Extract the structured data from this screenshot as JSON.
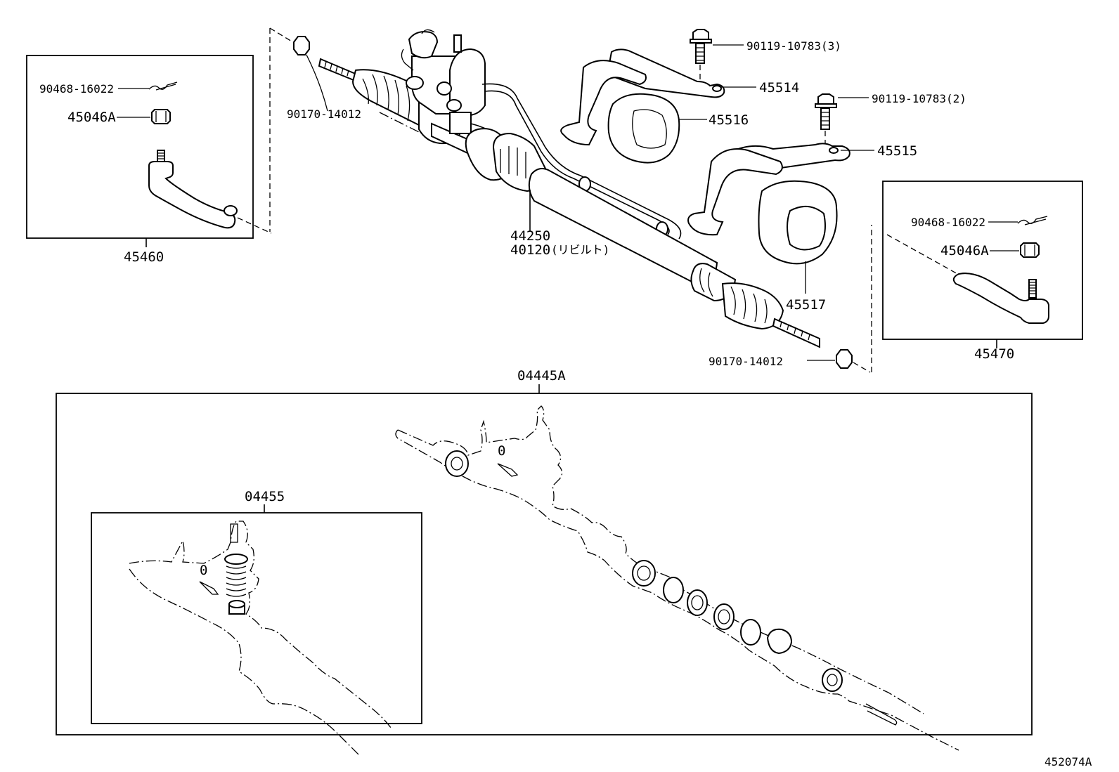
{
  "diagram": {
    "code": "452074A",
    "labels": {
      "tie_rod_end_left": "45460",
      "cotter_pin_left": "90468-16022",
      "nut_left": "45046A",
      "rack_end_nut_left": "90170-14012",
      "gear_assembly": "44250",
      "gear_assembly_rebuilt": "40120",
      "rebuilt_note": "(リビルト)",
      "bolt_upper": "90119-10783(3)",
      "bracket_upper": "45514",
      "grommet_upper": "45516",
      "bolt_lower": "90119-10783(2)",
      "bracket_lower": "45515",
      "grommet_lower": "45517",
      "cotter_pin_right": "90468-16022",
      "nut_right": "45046A",
      "tie_rod_end_right": "45470",
      "rack_end_nut_right": "90170-14012",
      "gasket_kit": "04445A",
      "repair_kit": "04455"
    }
  }
}
